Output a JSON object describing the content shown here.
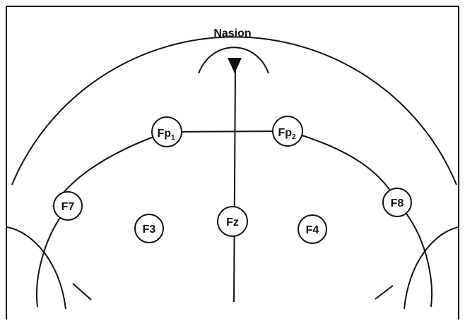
{
  "title": "Nasion",
  "electrodes": {
    "fp1": {
      "main": "Fp",
      "sub": "1"
    },
    "fp2": {
      "main": "Fp",
      "sub": "2"
    },
    "f7": {
      "main": "F7"
    },
    "f3": {
      "main": "F3"
    },
    "fz": {
      "main": "Fz"
    },
    "f4": {
      "main": "F4"
    },
    "f8": {
      "main": "F8"
    }
  }
}
